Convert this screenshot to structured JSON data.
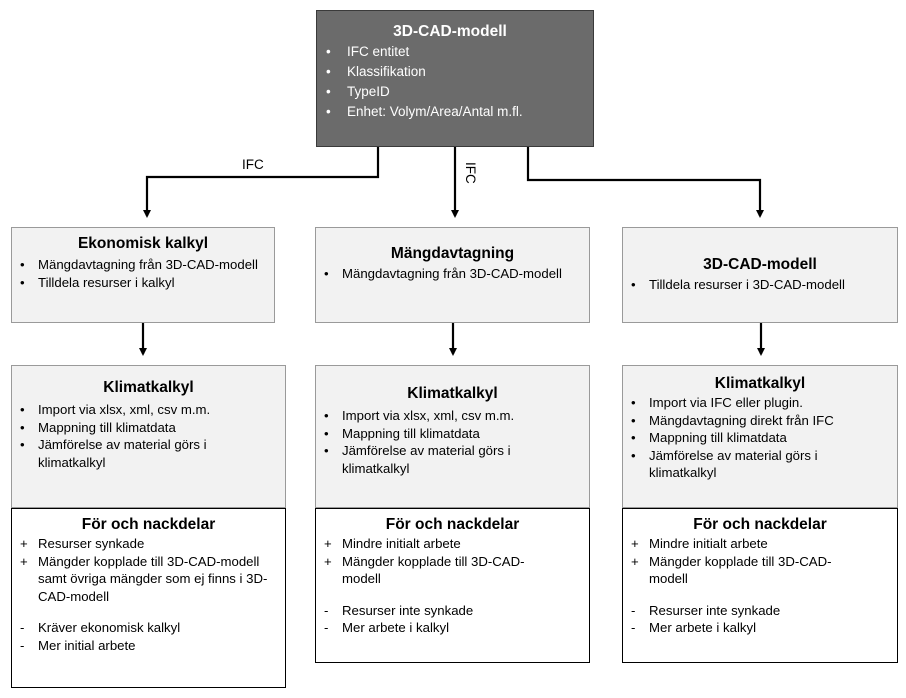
{
  "top": {
    "title": "3D-CAD-modell",
    "items": [
      "IFC entitet",
      "Klassifikation",
      "TypeID",
      "Enhet: Volym/Area/Antal m.fl."
    ]
  },
  "connector_labels": {
    "left": "IFC",
    "middle": "IFC"
  },
  "columns": [
    {
      "method": {
        "title": "Ekonomisk kalkyl",
        "items": [
          "Mängdavtagning från 3D-CAD-modell",
          "Tilldela resurser i kalkyl"
        ]
      },
      "climate": {
        "title": "Klimatkalkyl",
        "items": [
          "Import via xlsx, xml, csv m.m.",
          "Mappning till klimatdata",
          "Jämförelse av material görs i klimatkalkyl"
        ]
      },
      "proscons": {
        "title": "För och nackdelar",
        "pros": [
          "Resurser synkade",
          "Mängder kopplade till 3D-CAD-modell samt övriga mängder som ej finns i 3D-  CAD-modell"
        ],
        "cons": [
          "Kräver ekonomisk kalkyl",
          "Mer initial arbete"
        ]
      }
    },
    {
      "method": {
        "title": "Mängdavtagning",
        "items": [
          "Mängdavtagning från 3D-CAD-modell"
        ]
      },
      "climate": {
        "title": "Klimatkalkyl",
        "items": [
          "Import via xlsx, xml, csv m.m.",
          "Mappning till klimatdata",
          "Jämförelse av material görs i klimatkalkyl"
        ]
      },
      "proscons": {
        "title": "För och nackdelar",
        "pros": [
          "Mindre initialt arbete",
          "Mängder kopplade till 3D-CAD-modell"
        ],
        "cons": [
          "Resurser inte synkade",
          "Mer arbete i kalkyl"
        ]
      }
    },
    {
      "method": {
        "title": "3D-CAD-modell",
        "items": [
          "Tilldela resurser i 3D-CAD-modell"
        ]
      },
      "climate": {
        "title": "Klimatkalkyl",
        "items": [
          "Import via IFC eller plugin.",
          "Mängdavtagning direkt från IFC",
          "Mappning till klimatdata",
          "Jämförelse av material görs i klimatkalkyl"
        ]
      },
      "proscons": {
        "title": "För och nackdelar",
        "pros": [
          "Mindre initialt arbete",
          "Mängder kopplade till 3D-CAD-modell"
        ],
        "cons": [
          "Resurser inte synkade",
          "Mer arbete i kalkyl"
        ]
      }
    }
  ]
}
